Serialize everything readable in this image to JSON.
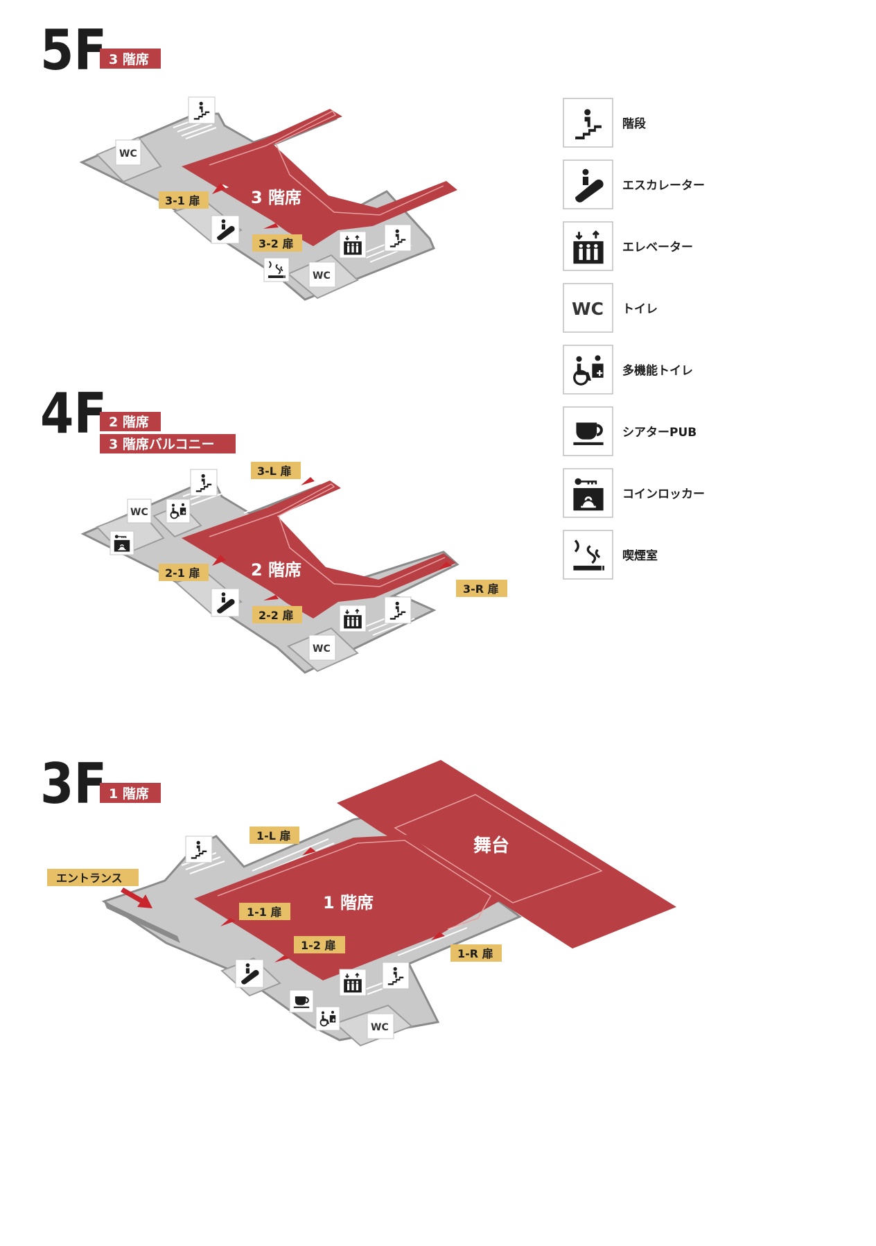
{
  "colors": {
    "seating": "#b84044",
    "corridor": "#c9c9c9",
    "outline": "#8a8a8a",
    "door_tag": "#e6bf66",
    "floor_tag": "#b84044"
  },
  "floors": {
    "5f": {
      "label": "5F",
      "tags": [
        "3 階席"
      ],
      "seating": "3 階席",
      "doors": [
        "3-1 扉",
        "3-2 扉"
      ],
      "wc": [
        "WC",
        "WC"
      ]
    },
    "4f": {
      "label": "4F",
      "tags": [
        "2 階席",
        "3 階席バルコニー"
      ],
      "seating": "2 階席",
      "doors": [
        "3-L 扉",
        "2-1 扉",
        "3-R 扉",
        "2-2 扉"
      ],
      "wc": [
        "WC",
        "WC"
      ]
    },
    "3f": {
      "label": "3F",
      "tags": [
        "1 階席"
      ],
      "seating": "1 階席",
      "stage": "舞台",
      "entrance": "エントランス",
      "doors": [
        "1-L 扉",
        "1-1 扉",
        "1-2 扉",
        "1-R 扉"
      ],
      "wc": [
        "WC"
      ]
    }
  },
  "legend": [
    {
      "icon": "stairs-icon",
      "label": "階段"
    },
    {
      "icon": "escalator-icon",
      "label": "エスカレーター"
    },
    {
      "icon": "elevator-icon",
      "label": "エレベーター"
    },
    {
      "icon": "wc-icon",
      "label": "トイレ",
      "glyph": "WC"
    },
    {
      "icon": "accessible-toilet-icon",
      "label": "多機能トイレ"
    },
    {
      "icon": "cafe-icon",
      "label": "シアターPUB"
    },
    {
      "icon": "locker-icon",
      "label": "コインロッカー"
    },
    {
      "icon": "smoking-icon",
      "label": "喫煙室"
    }
  ]
}
